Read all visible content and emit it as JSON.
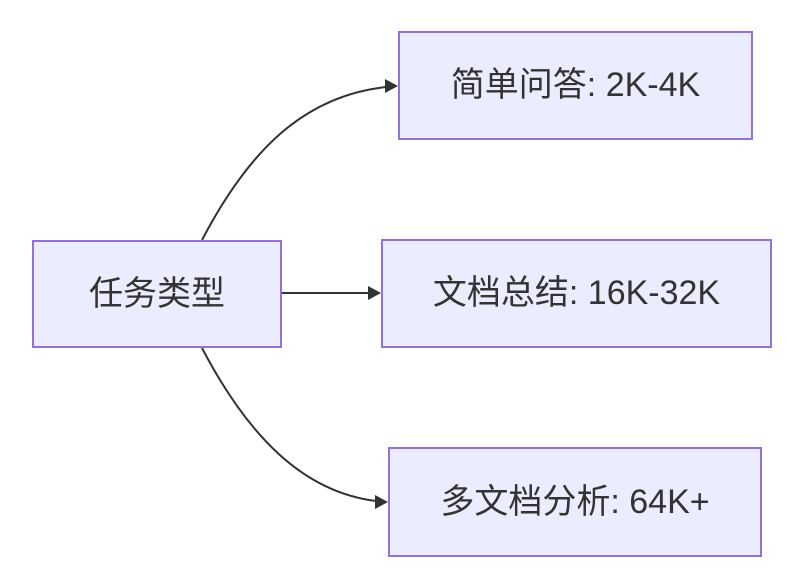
{
  "diagram": {
    "type": "flowchart",
    "direction": "left-to-right",
    "nodes": [
      {
        "id": "root",
        "label": "任务类型"
      },
      {
        "id": "simple-qa",
        "label": "简单问答: 2K-4K"
      },
      {
        "id": "doc-summary",
        "label": "文档总结: 16K-32K"
      },
      {
        "id": "multi-doc",
        "label": "多文档分析: 64K+"
      }
    ],
    "edges": [
      {
        "from": "root",
        "to": "simple-qa",
        "arrow": "triangle"
      },
      {
        "from": "root",
        "to": "doc-summary",
        "arrow": "triangle"
      },
      {
        "from": "root",
        "to": "multi-doc",
        "arrow": "triangle"
      }
    ]
  },
  "colors": {
    "background": "#FFFFFF",
    "node_fill": "#ECECFF",
    "node_border": "#9370DB",
    "edge": "#333333",
    "text": "#333333"
  }
}
